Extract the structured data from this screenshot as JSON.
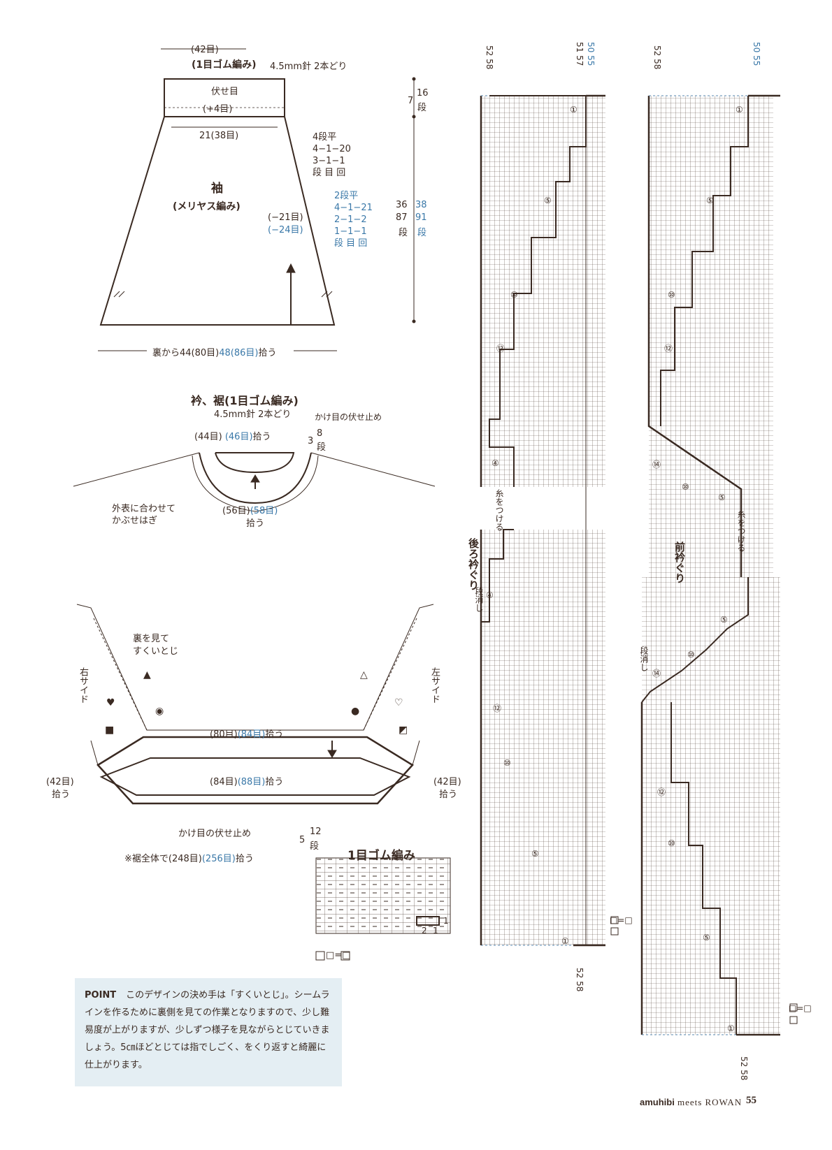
{
  "sleeve": {
    "top_stitches": "(42目)",
    "top_rib": "(1目ゴム編み)",
    "top_needle": "4.5mm針 2本どり",
    "bind_off": "伏せ目",
    "increase": "(+4目)",
    "width_mid": "21(38目)",
    "dec_a": [
      "4段平",
      "4−1−20",
      "3−1−1",
      "段 目 回"
    ],
    "dec_b": [
      "2段平",
      "4−1−21",
      "2−1−2",
      "1−1−1",
      "段 目 回"
    ],
    "title": "袖",
    "subtitle": "(メリヤス編み)",
    "minus_a": "(−21目)",
    "minus_b": "(−24目)",
    "h_top_a": "7",
    "h_top_b": "16",
    "h_top_c": "段",
    "h_body_a": "36",
    "h_body_b": "38",
    "h_body_c": "87",
    "h_body_d": "91",
    "h_body_e": "段",
    "h_body_f": "段",
    "pickup_pre": "裏から44(80目)",
    "pickup_blue": "48(86目)",
    "pickup_post": "拾う"
  },
  "neck": {
    "title": "衿、裾(1目ゴム編み)",
    "needle": "4.5mm針 2本どり",
    "cast_off": "かけ目の伏せ止め",
    "pick1_a": "(44目)",
    "pick1_b": "(46目)",
    "pick1_c": "拾う",
    "rows_a": "3",
    "rows_b": "8",
    "rows_c": "段",
    "pick2_a": "(56目)",
    "pick2_b": "(58目)",
    "pick2_c": "拾う",
    "join_1": "外表に合わせて",
    "join_2": "かぶせはぎ",
    "scoop_1": "裏を見て",
    "scoop_2": "すくいとじ",
    "right_side": "右サイド",
    "left_side": "左サイド",
    "hem1_a": "(80目)",
    "hem1_b": "(84目)",
    "hem1_c": "拾う",
    "hem2_a": "(84目)",
    "hem2_b": "(88目)",
    "hem2_c": "拾う",
    "side_l_a": "(42目)",
    "side_l_b": "拾う",
    "side_r_a": "(42目)",
    "side_r_b": "拾う",
    "hem_castoff": "かけ目の伏せ止め",
    "hem_rows_a": "5",
    "hem_rows_b": "12",
    "hem_rows_c": "段",
    "total_a": "※裾全体で(248目)",
    "total_b": "(256目)",
    "total_c": "拾う"
  },
  "rib_chart": {
    "title": "1目ゴム編み",
    "row_label": "1",
    "col_labels": [
      "2",
      "1"
    ],
    "legend": "□=□"
  },
  "charts": {
    "back_label": "後ろ衿ぐり",
    "front_label": "前衿ぐり",
    "attach_yarn": "糸をつける",
    "short_row": "段消し",
    "legend": "□=□",
    "top_left": "52 58",
    "top_mid": "51 57",
    "top_right": "50 55",
    "circled": [
      "①",
      "④",
      "⑤",
      "⑩",
      "⑫",
      "⑭"
    ]
  },
  "point": {
    "label": "POINT",
    "text": "このデザインの決め手は「すくいとじ」。シームラインを作るために裏側を見ての作業となりますので、少し難易度が上がりますが、少しずつ様子を見ながらとじていきましょう。5㎝ほどとじては指でしごく、をくり返すと綺麗に仕上がります。"
  },
  "footer": {
    "brand": "amuhibi",
    "meets": "meets",
    "rowan": "ROWAN",
    "page": "55"
  }
}
